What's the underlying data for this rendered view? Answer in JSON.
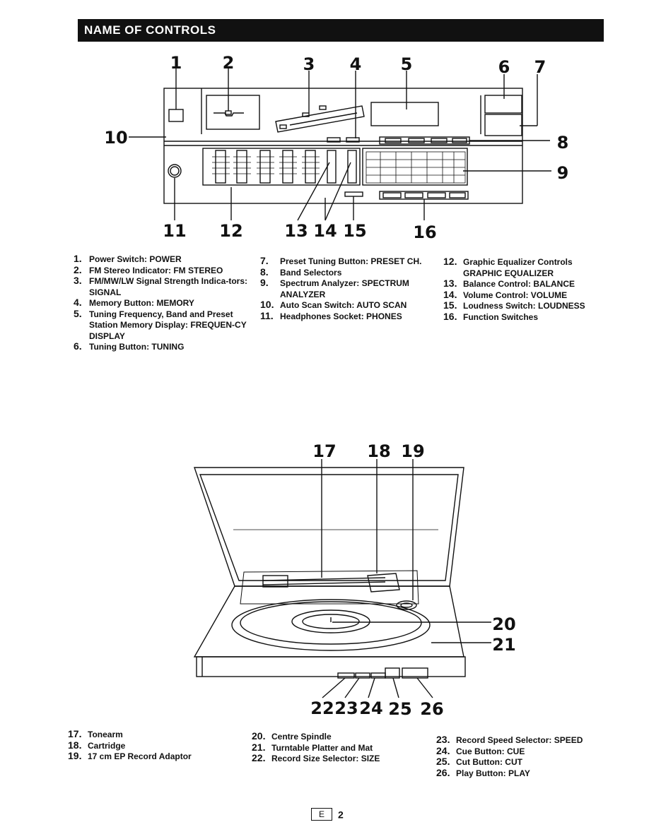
{
  "header": {
    "title": "NAME OF CONTROLS"
  },
  "unit_callouts": {
    "n1": "1",
    "n2": "2",
    "n3": "3",
    "n4": "4",
    "n5": "5",
    "n6": "6",
    "n7": "7",
    "n8": "8",
    "n9": "9",
    "n10": "10",
    "n11": "11",
    "n12": "12",
    "n13": "13",
    "n14": "14",
    "n15": "15",
    "n16": "16"
  },
  "turntable_callouts": {
    "n17": "17",
    "n18": "18",
    "n19": "19",
    "n20": "20",
    "n21": "21",
    "n22": "22",
    "n23": "23",
    "n24": "24",
    "n25": "25",
    "n26": "26"
  },
  "unit_legend": {
    "col1": [
      {
        "num": "1.",
        "text": "Power Switch: POWER"
      },
      {
        "num": "2.",
        "text": "FM Stereo Indicator: FM STEREO"
      },
      {
        "num": "3.",
        "text": "FM/MW/LW Signal Strength Indica-tors: SIGNAL"
      },
      {
        "num": "4.",
        "text": "Memory Button: MEMORY"
      },
      {
        "num": "5.",
        "text": "Tuning Frequency, Band and Preset Station Memory Display: FREQUEN-CY DISPLAY"
      },
      {
        "num": "6.",
        "text": "Tuning Button: TUNING"
      }
    ],
    "col2": [
      {
        "num": "7.",
        "text": "Preset Tuning Button: PRESET CH."
      },
      {
        "num": "8.",
        "text": "Band Selectors"
      },
      {
        "num": "9.",
        "text": "Spectrum Analyzer: SPECTRUM ANALYZER"
      },
      {
        "num": "10.",
        "text": "Auto Scan Switch: AUTO SCAN"
      },
      {
        "num": "11.",
        "text": "Headphones Socket: PHONES"
      }
    ],
    "col3": [
      {
        "num": "12.",
        "text": "Graphic Equalizer Controls GRAPHIC EQUALIZER"
      },
      {
        "num": "13.",
        "text": "Balance Control: BALANCE"
      },
      {
        "num": "14.",
        "text": "Volume Control: VOLUME"
      },
      {
        "num": "15.",
        "text": "Loudness Switch: LOUDNESS"
      },
      {
        "num": "16.",
        "text": "Function Switches"
      }
    ]
  },
  "turntable_legend": {
    "col1": [
      {
        "num": "17.",
        "text": "Tonearm"
      },
      {
        "num": "18.",
        "text": "Cartridge"
      },
      {
        "num": "19.",
        "text": "17 cm EP Record Adaptor"
      }
    ],
    "col2": [
      {
        "num": "20.",
        "text": "Centre Spindle"
      },
      {
        "num": "21.",
        "text": "Turntable Platter and Mat"
      },
      {
        "num": "22.",
        "text": "Record Size Selector: SIZE"
      }
    ],
    "col3": [
      {
        "num": "23.",
        "text": "Record Speed Selector: SPEED"
      },
      {
        "num": "24.",
        "text": "Cue Button: CUE"
      },
      {
        "num": "25.",
        "text": "Cut Button: CUT"
      },
      {
        "num": "26.",
        "text": "Play Button: PLAY"
      }
    ]
  },
  "footer": {
    "lang": "E",
    "page": "2"
  }
}
